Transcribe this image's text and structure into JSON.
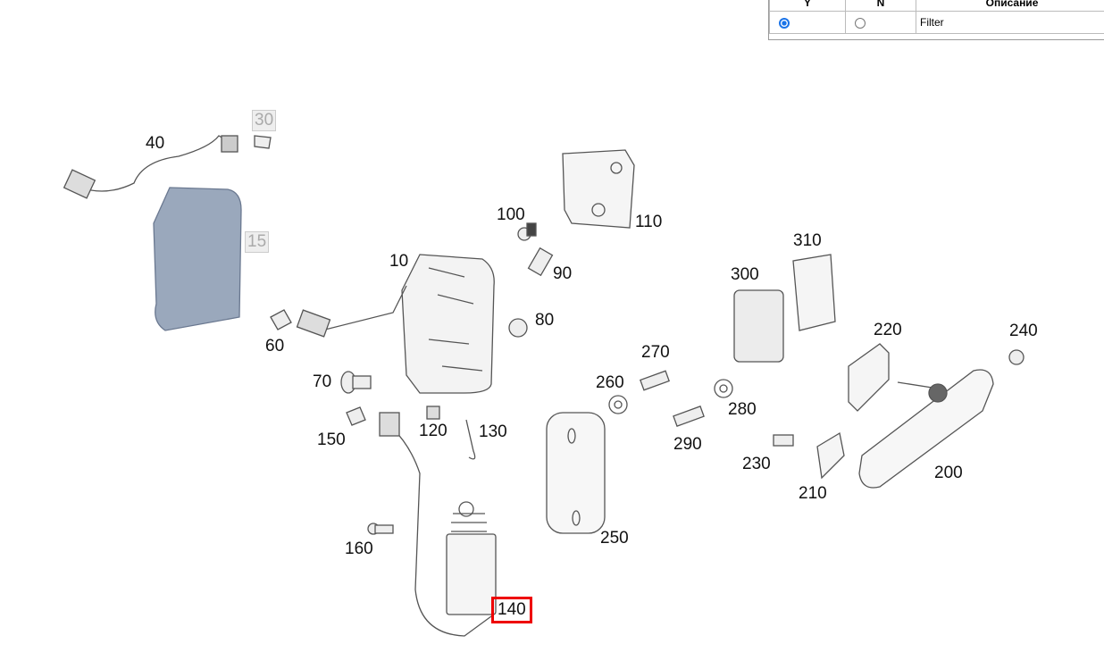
{
  "filter_table": {
    "headers": [
      "Y",
      "N",
      "Описание"
    ],
    "rows": [
      {
        "y_selected": true,
        "n_selected": false,
        "description": "Filter"
      }
    ]
  },
  "diagram": {
    "callouts": [
      "40",
      "30",
      "15",
      "100",
      "110",
      "10",
      "90",
      "310",
      "300",
      "80",
      "60",
      "220",
      "240",
      "270",
      "70",
      "260",
      "280",
      "150",
      "120",
      "130",
      "290",
      "230",
      "200",
      "210",
      "250",
      "160",
      "140"
    ],
    "highlighted": "140",
    "inactive": [
      "30",
      "15"
    ],
    "highlight_color": "#e00000"
  }
}
